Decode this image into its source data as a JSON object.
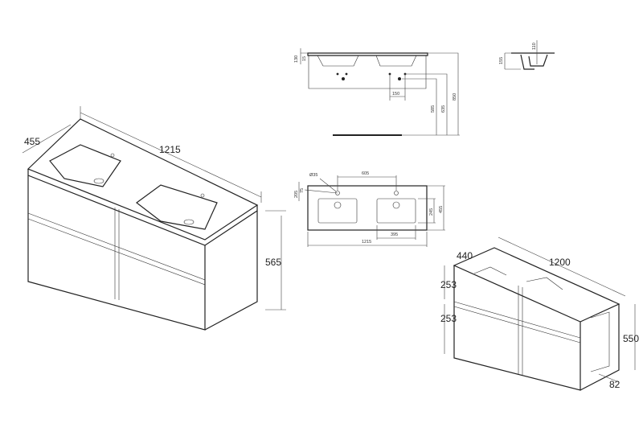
{
  "iso_left": {
    "depth": "455",
    "width": "1215",
    "height": "565"
  },
  "front_view": {
    "thickness": "130",
    "rim": "15",
    "tap_spacing": "150",
    "h1": "585",
    "h2": "635",
    "h3": "850"
  },
  "section_view": {
    "depth": "155",
    "bowl": "110"
  },
  "plan_view": {
    "tap_hole": "Ø35",
    "centers": "605",
    "offset_a": "205",
    "offset_b": "75",
    "bowl_depth": "245",
    "depth": "455",
    "bowl_width": "395",
    "width": "1215"
  },
  "iso_right": {
    "depth": "440",
    "width": "1200",
    "drawer_top": "253",
    "drawer_bottom": "253",
    "height": "550",
    "side": "82"
  }
}
